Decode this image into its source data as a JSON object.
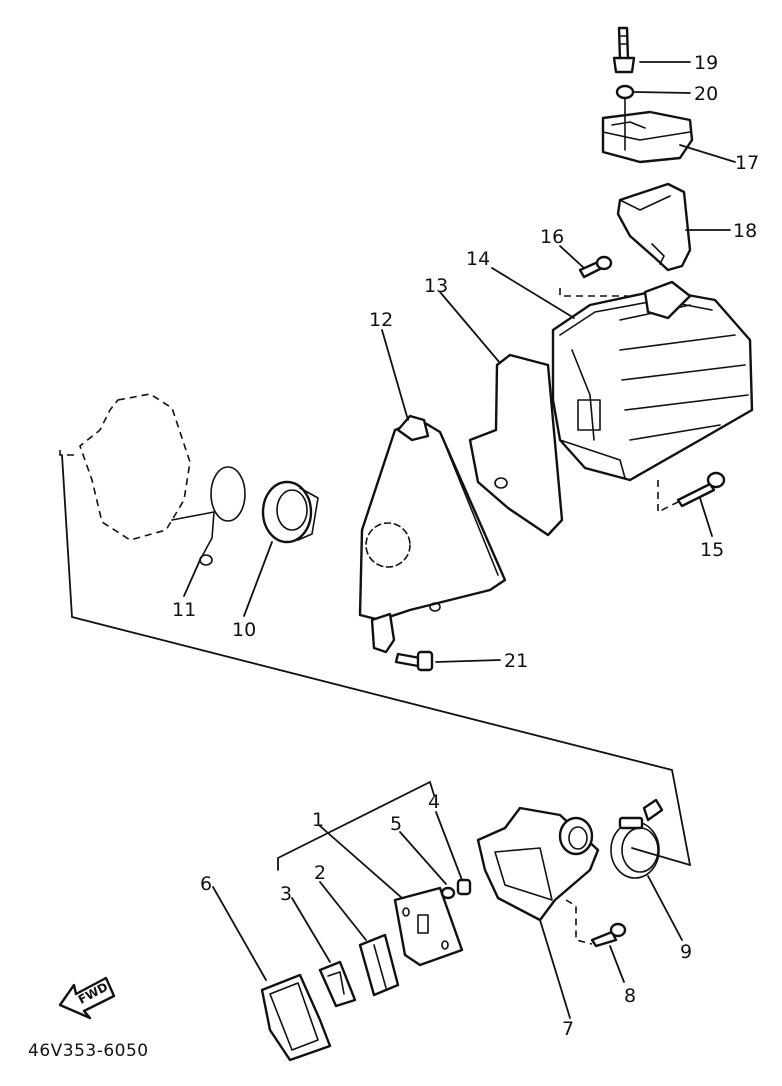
{
  "diagram": {
    "drawing_code": "46V353-6050",
    "direction_badge": "FWD",
    "callouts": {
      "c1": "1",
      "c2": "2",
      "c3": "3",
      "c4": "4",
      "c5": "5",
      "c6": "6",
      "c7": "7",
      "c8": "8",
      "c9": "9",
      "c10": "10",
      "c11": "11",
      "c12": "12",
      "c13": "13",
      "c14": "14",
      "c15": "15",
      "c16": "16",
      "c17": "17",
      "c18": "18",
      "c19": "19",
      "c20": "20",
      "c21": "21"
    },
    "colors": {
      "ink": "#111111",
      "paper": "#ffffff"
    }
  }
}
